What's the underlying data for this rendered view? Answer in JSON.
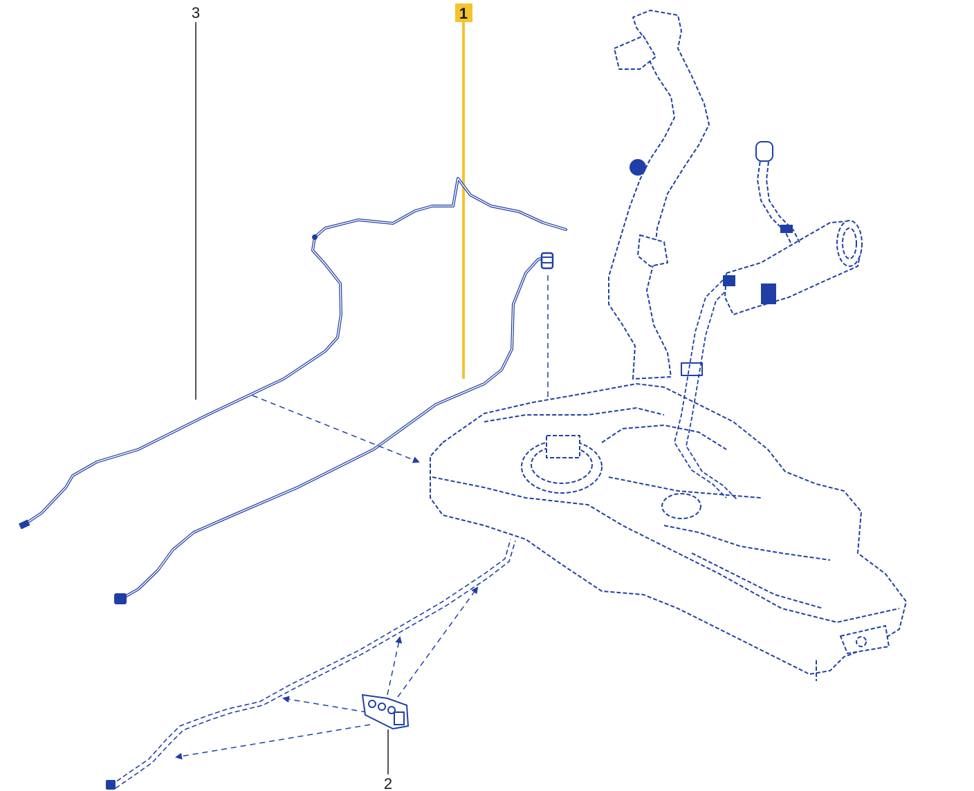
{
  "callouts": {
    "c1": {
      "label": "1",
      "highlight_color": "#f4c430"
    },
    "c2": {
      "label": "2"
    },
    "c3": {
      "label": "3"
    }
  },
  "colors": {
    "line_art": "#1f3fa6",
    "leader": "#1a1a1a",
    "highlight": "#f4c430",
    "background": "#ffffff"
  }
}
